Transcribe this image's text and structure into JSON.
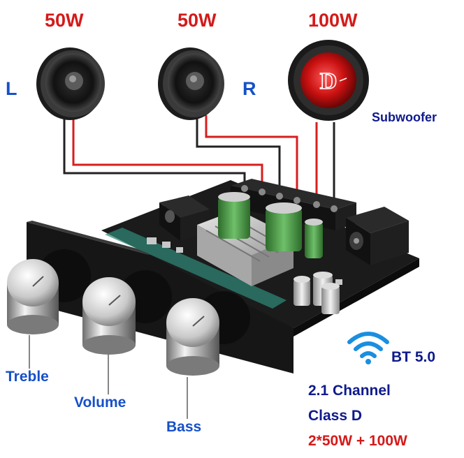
{
  "speakers": {
    "left": {
      "power": "50W",
      "channel": "L"
    },
    "right": {
      "power": "50W",
      "channel": "R"
    },
    "sub": {
      "power": "100W",
      "label": "Subwoofer"
    }
  },
  "knobs": {
    "treble": "Treble",
    "volume": "Volume",
    "bass": "Bass"
  },
  "bluetooth": {
    "label": "BT 5.0",
    "icon": "wifi-signal-icon"
  },
  "specs": [
    "2.1 Channel",
    "Class D",
    "2*50W + 100W"
  ],
  "colors": {
    "power_labels": "#d41a1a",
    "channel_labels": "#1650c9",
    "spec_text": "#0e1a8c",
    "wire_red": "#d81e1e",
    "wire_black": "#222222"
  }
}
